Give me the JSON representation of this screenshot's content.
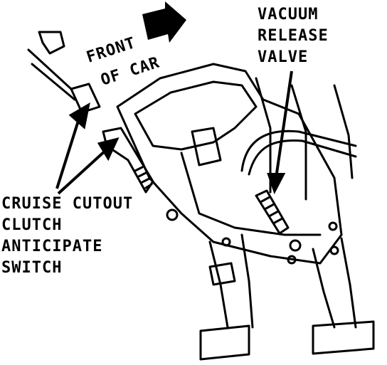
{
  "labels": {
    "front_of_car": [
      "FRONT",
      "OF CAR"
    ],
    "vacuum_release_valve": [
      "VACUUM",
      "RELEASE",
      "VALVE"
    ],
    "cruise_cutout": [
      "CRUISE CUTOUT",
      "CLUTCH",
      "ANTICIPATE",
      "SWITCH"
    ]
  },
  "colors": {
    "ink": "#000000",
    "paper": "#ffffff"
  },
  "icons": [
    "direction-arrow-icon",
    "pointer-arrow-icon"
  ]
}
